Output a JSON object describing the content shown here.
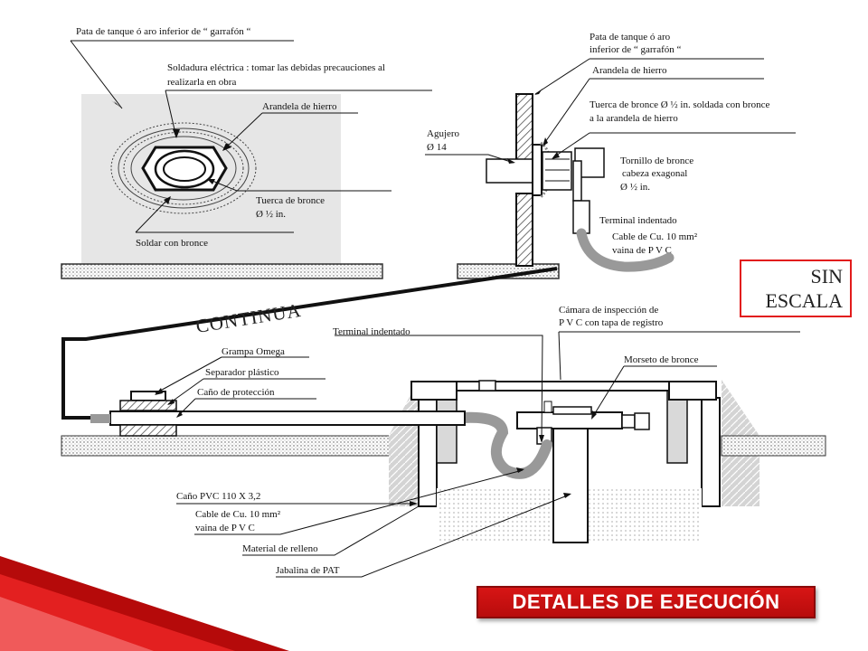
{
  "detail1": {
    "pata": "Pata de tanque ó aro inferior de “ garrafón “",
    "soldadura_1": "Soldadura eléctrica : tomar las debidas precauciones al",
    "soldadura_2": "realizarla en obra",
    "arandela": "Arandela de hierro",
    "tuerca_1": "Tuerca de bronce",
    "tuerca_2": "Ø ½ in.",
    "soldar": "Soldar con bronce"
  },
  "detail2": {
    "pata_1": "Pata de tanque ó aro",
    "pata_2": "inferior de “ garrafón “",
    "arandela": "Arandela de hierro",
    "tuerca_1": "Tuerca de bronce Ø ½ in. soldada con bronce",
    "tuerca_2": "a la arandela de hierro",
    "agujero_1": "Agujero",
    "agujero_2": "Ø 14",
    "tornillo_1": "Tornillo de bronce",
    "tornillo_2": "cabeza exagonal",
    "tornillo_3": "Ø ½ in.",
    "terminal": "Terminal indentado",
    "cable_1": "Cable de Cu. 10 mm²",
    "cable_2": "vaina de P V C"
  },
  "scale": {
    "line1": "SIN",
    "line2": "ESCALA"
  },
  "detail3": {
    "continua": "CONTINUA",
    "terminal": "Terminal indentado",
    "camara_1": "Cámara de inspección de",
    "camara_2": "P V C con tapa de registro",
    "morseto": "Morseto de bronce",
    "grampa": "Grampa Omega",
    "separador": "Separador plástico",
    "cano_proteccion": "Caño de protección",
    "cano_pvc": "Caño PVC 110 X 3,2",
    "cable_1": "Cable de Cu. 10 mm²",
    "cable_2": "vaina de P V C",
    "relleno": "Material de relleno",
    "jabalina": "Jabalina de PAT"
  },
  "footer": {
    "title": "DETALLES DE EJECUCIÓN"
  },
  "colors": {
    "accent": "#d81515",
    "gray": "#c8c8c8",
    "light": "#e6e6e6"
  }
}
